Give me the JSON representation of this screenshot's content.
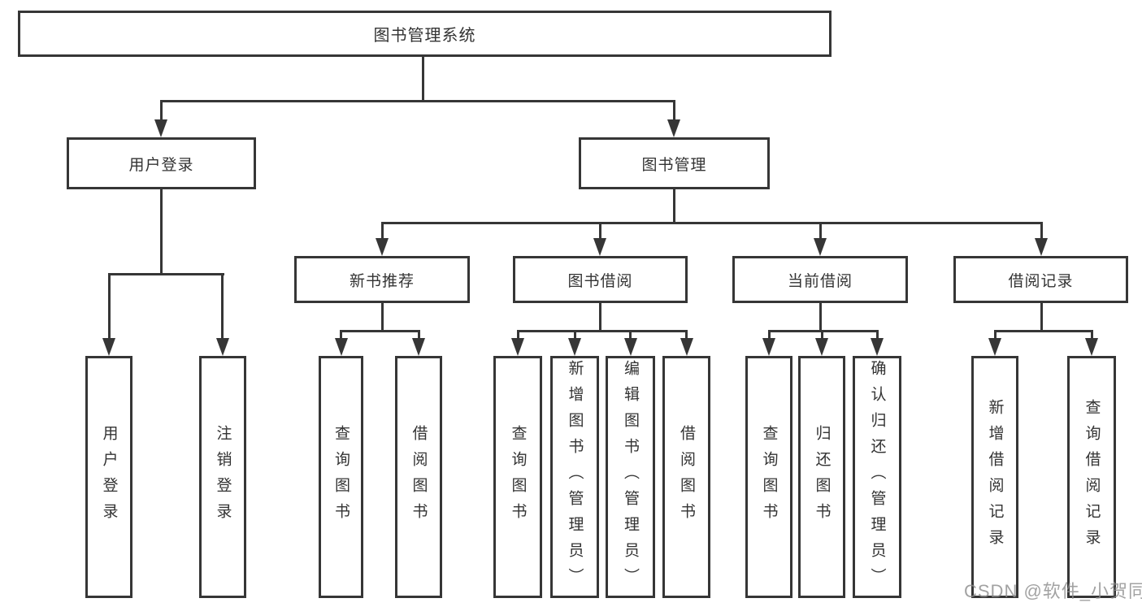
{
  "diagram": {
    "root": {
      "label": "图书管理系统"
    },
    "branches": {
      "user_login": {
        "label": "用户登录",
        "children": [
          "用户登录",
          "注销登录"
        ]
      },
      "book_management": {
        "label": "图书管理",
        "sections": {
          "new_book_recommend": {
            "label": "新书推荐",
            "children": [
              "查询图书",
              "借阅图书"
            ]
          },
          "book_borrow": {
            "label": "图书借阅",
            "children": [
              "查询图书",
              "新增图书（管理员）",
              "编辑图书（管理员）",
              "借阅图书"
            ]
          },
          "current_borrow": {
            "label": "当前借阅",
            "children": [
              "查询图书",
              "归还图书",
              "确认归还（管理员）"
            ]
          },
          "borrow_records": {
            "label": "借阅记录",
            "children": [
              "新增借阅记录",
              "查询借阅记录"
            ]
          }
        }
      }
    }
  },
  "watermark": {
    "text": "CSDN @软件_小贺同学"
  },
  "colors": {
    "stroke": "#363636",
    "text": "#333333",
    "background": "#ffffff",
    "watermark": "#8c8c8c"
  }
}
